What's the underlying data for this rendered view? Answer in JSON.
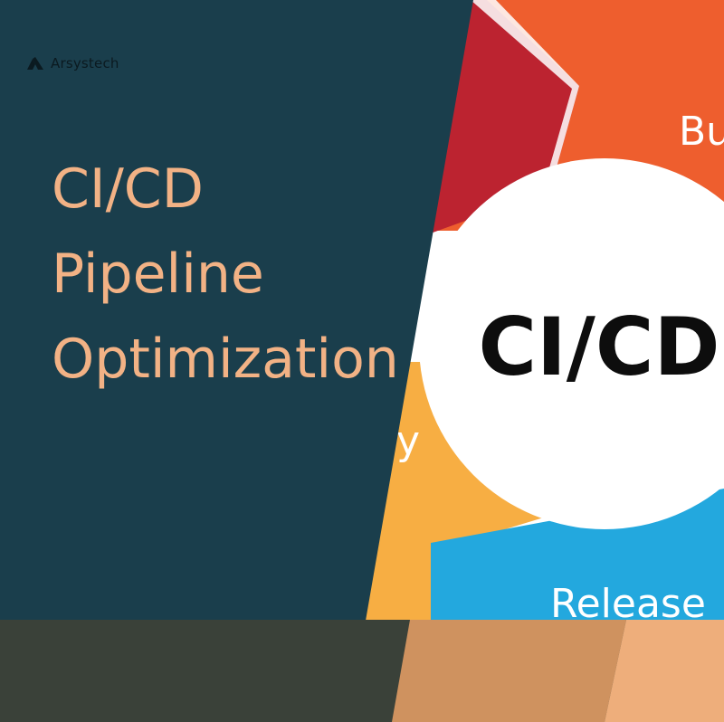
{
  "brand": {
    "name": "Arsystech",
    "icon": "brand-logo-icon"
  },
  "headline": {
    "lines": [
      "CI/CD",
      "Pipeline",
      "Optimization"
    ]
  },
  "graphic": {
    "center_label": "CI/CD",
    "segment_labels": [
      "Bu",
      "Release",
      "y"
    ]
  },
  "colors": {
    "dark_panel": "#1a3e4c",
    "headline": "#f2b285",
    "bottom_dark": "#3a4139",
    "bottom_mid": "#cf925f",
    "bottom_light": "#eeae7b",
    "segment_red": "#bc2330",
    "segment_orange": "#ee5e2e",
    "segment_yellow": "#f7ae43",
    "segment_blue": "#23a8de"
  }
}
